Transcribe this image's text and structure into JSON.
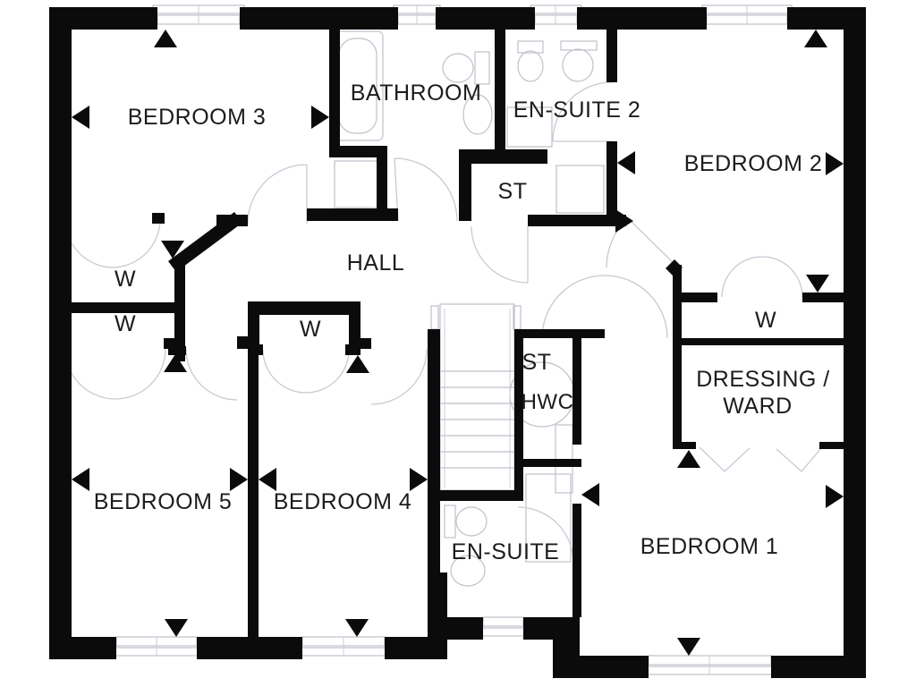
{
  "floor_plan": {
    "rooms": {
      "bedroom3": "BEDROOM 3",
      "bathroom": "BATHROOM",
      "ensuite2": "EN-SUITE 2",
      "bedroom2": "BEDROOM 2",
      "store_top": "ST",
      "hall": "HALL",
      "wardrobe_left_upper": "W",
      "wardrobe_left_lower": "W",
      "wardrobe_bedroom4": "W",
      "wardrobe_bedroom2": "W",
      "dressing_line1": "DRESSING /",
      "dressing_line2": "WARD",
      "store_mid": "ST",
      "hwc": "HWC",
      "bedroom5": "BEDROOM 5",
      "bedroom4": "BEDROOM 4",
      "ensuite1": "EN-SUITE",
      "bedroom1": "BEDROOM 1"
    },
    "colors": {
      "wall": "#0b0b0b",
      "thin_line": "#bfc0ca",
      "door_arc": "#c9cad4",
      "text": "#1c1c1c",
      "background": "#ffffff"
    }
  }
}
